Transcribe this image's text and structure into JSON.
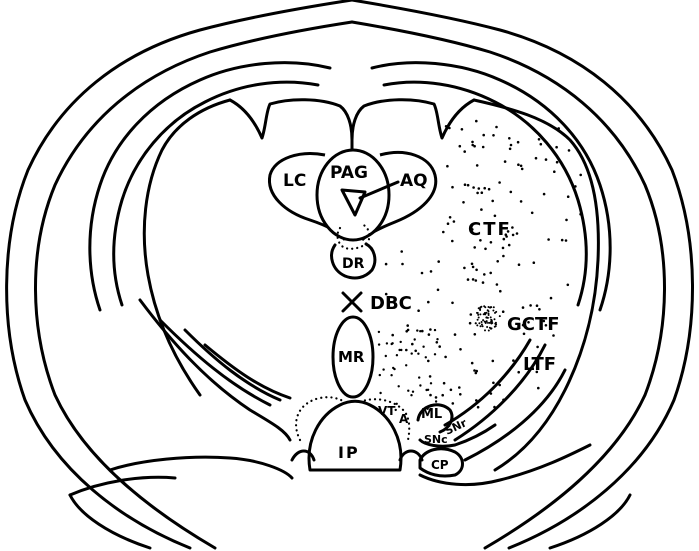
{
  "labels": {
    "lc": "LC",
    "pag": "PAG",
    "aq": "AQ",
    "ctf": "CTF",
    "dr": "DR",
    "dbc": "DBC",
    "gctf": "GCTF",
    "mr": "MR",
    "ltf": "LTF",
    "vta_v": "VT",
    "vta_a": "A",
    "ml": "ML",
    "snc": "SNc",
    "snr": "SNr",
    "ip": "IP",
    "cp": "CP"
  }
}
